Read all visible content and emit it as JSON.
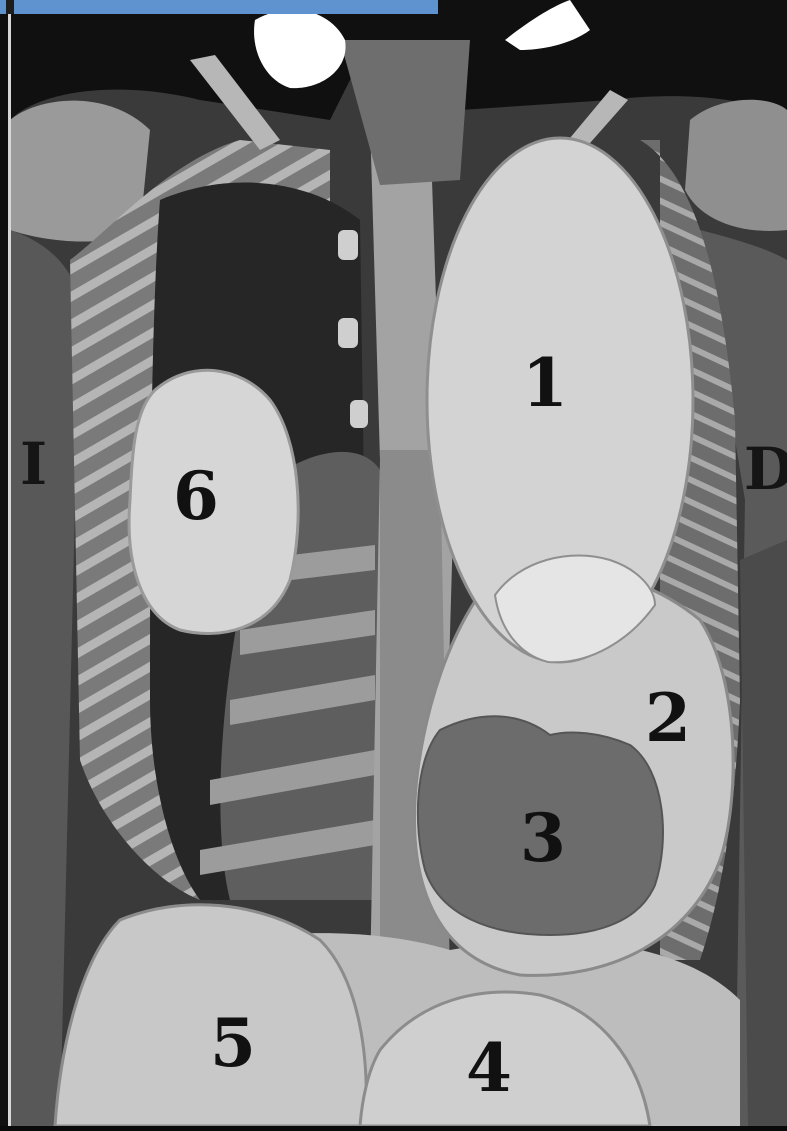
{
  "image": {
    "side_labels": {
      "left": "I",
      "right": "D"
    },
    "organ_labels": [
      "1",
      "2",
      "3",
      "4",
      "5",
      "6"
    ]
  }
}
